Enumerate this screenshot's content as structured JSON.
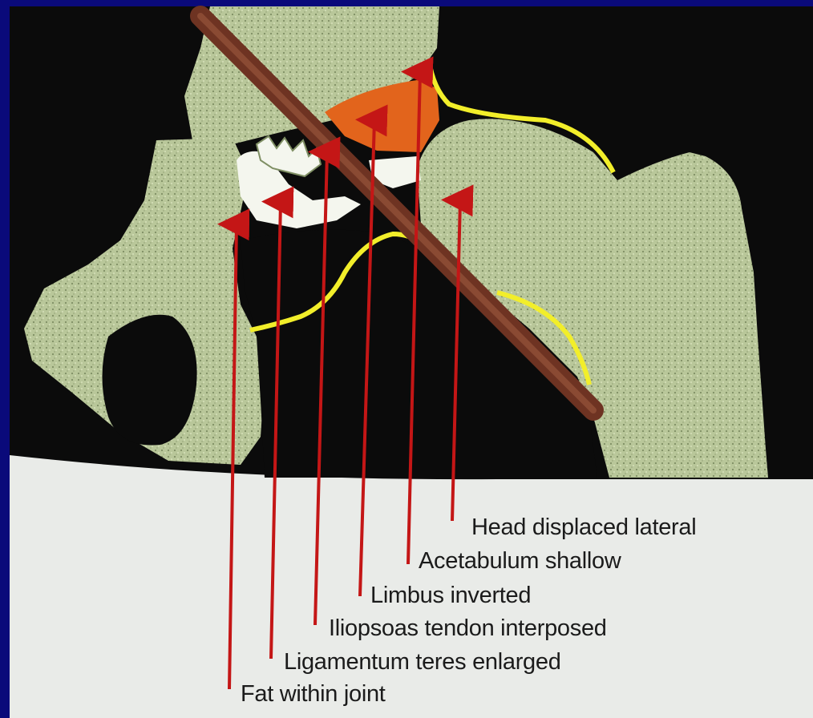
{
  "labels": {
    "head_displaced": "Head displaced lateral",
    "acetabulum_shallow": "Acetabulum shallow",
    "limbus_inverted": "Limbus inverted",
    "iliopsoas_interposed": "Iliopsoas tendon interposed",
    "ligamentum_teres": "Ligamentum teres enlarged",
    "fat_within_joint": "Fat within joint"
  },
  "colors": {
    "slide_background": "#0a0a7a",
    "image_background": "#0b0b0b",
    "bone": "#b9c79a",
    "cartilage_outline": "#f2ee2a",
    "tendon": "#6e3322",
    "limbus": "#e2641c",
    "arrow": "#c41616",
    "caption_background": "#e9ebe8"
  }
}
